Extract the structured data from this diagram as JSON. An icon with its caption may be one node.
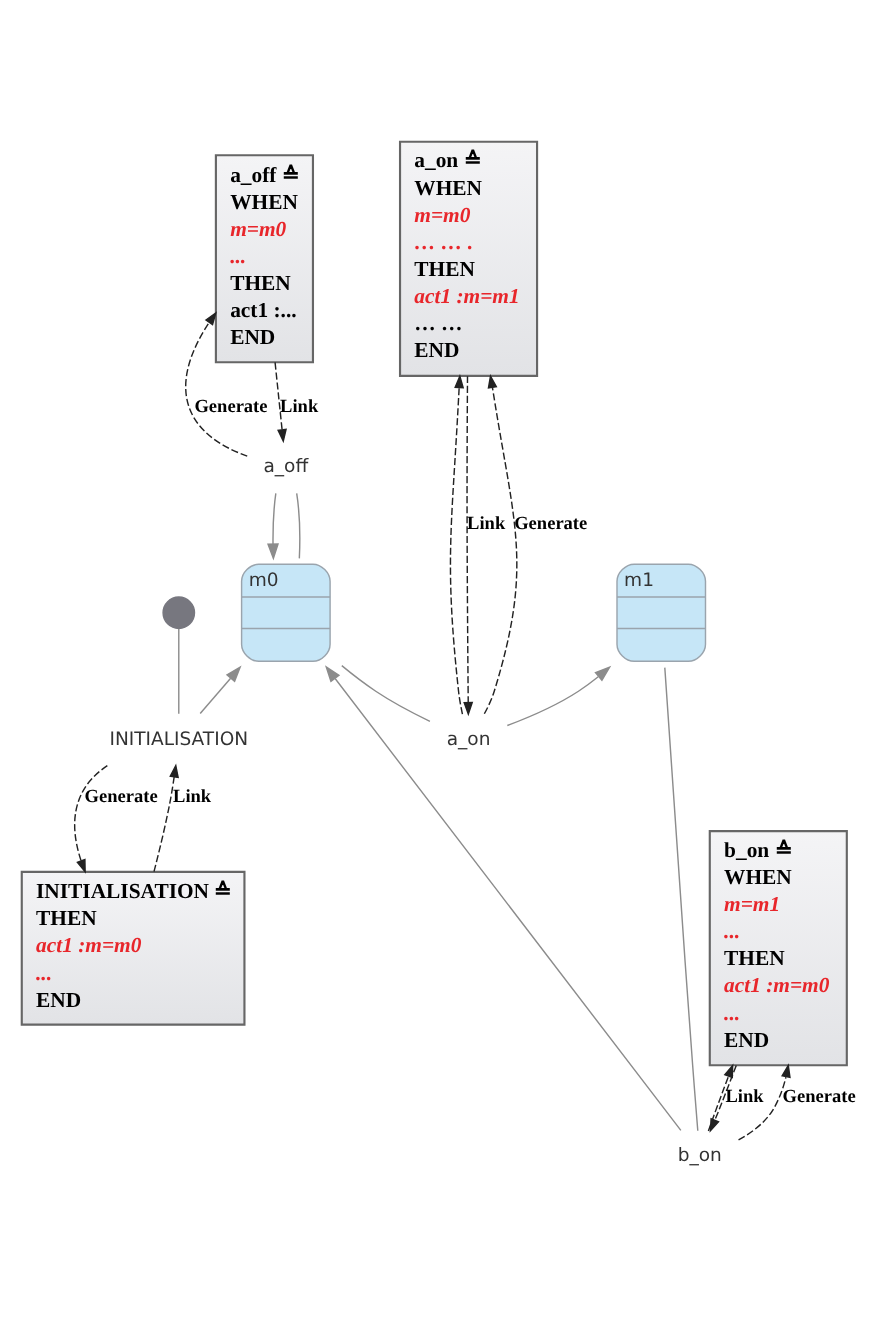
{
  "diagram": {
    "nodes": [
      {
        "text": [
          "a_off ≙",
          "WHEN",
          "m=m0",
          "...",
          "THEN",
          "act1 :...",
          "END"
        ]
      },
      {
        "text": [
          "a_on ≙",
          "WHEN",
          "m=m0",
          "… … .",
          "THEN",
          "act1 :m=m1",
          "… …",
          "END"
        ]
      },
      {
        "text": [
          "a_off"
        ]
      },
      {
        "text": [],
        "shape": "circle"
      },
      {
        "text": [
          "INITIALISATION"
        ]
      },
      {
        "text": [
          "m0"
        ]
      },
      {
        "text": [
          "a_on"
        ]
      },
      {
        "text": [
          "m1"
        ]
      },
      {
        "text": [
          "b_on"
        ]
      },
      {
        "text": [
          "INITIALISATION ≙",
          "THEN",
          "act1 :m=m0",
          "...",
          "END"
        ]
      },
      {
        "text": [
          "b_on ≙",
          "WHEN",
          "m=m1",
          "...",
          "THEN",
          "act1 :m=m0",
          "...",
          "END"
        ]
      }
    ],
    "edges": [
      {
        "from": 3,
        "to": 4,
        "arrow": "none",
        "color": "#8c8c8c"
      },
      {
        "from": 4,
        "to": 5,
        "arrow": "to",
        "color": "#8c8c8c"
      },
      {
        "from": 5,
        "to": 2,
        "arrow": "none",
        "color": "#8c8c8c"
      },
      {
        "from": 2,
        "to": 5,
        "arrow": "to",
        "color": "#8c8c8c"
      },
      {
        "from": 5,
        "to": 6,
        "arrow": "none",
        "color": "#8c8c8c"
      },
      {
        "from": 6,
        "to": 7,
        "arrow": "to",
        "color": "#8c8c8c"
      },
      {
        "from": 7,
        "to": 8,
        "arrow": "none",
        "color": "#8c8c8c"
      },
      {
        "from": 8,
        "to": 5,
        "arrow": "to",
        "color": "#8c8c8c"
      },
      {
        "from": 0,
        "to": 2,
        "arrow": "to",
        "label": "Link",
        "style": "dashed"
      },
      {
        "from": 2,
        "to": 0,
        "arrow": "to",
        "label": "Generate",
        "style": "dashed"
      },
      {
        "from": 1,
        "to": 6,
        "arrow": "to",
        "label": "Link",
        "style": "dashed"
      },
      {
        "from": 6,
        "to": 1,
        "arrow": "to",
        "label": "Generate",
        "style": "dashed"
      },
      {
        "from": 6,
        "to": 1,
        "arrow": "to",
        "style": "dashed"
      },
      {
        "from": 9,
        "to": 4,
        "arrow": "to",
        "label": "Link",
        "style": "dashed"
      },
      {
        "from": 4,
        "to": 9,
        "arrow": "to",
        "label": "Generate",
        "style": "dashed"
      },
      {
        "from": 10,
        "to": 8,
        "arrow": "to",
        "label": "Link",
        "style": "dashed"
      },
      {
        "from": 8,
        "to": 10,
        "arrow": "to",
        "label": "Generate",
        "style": "dashed"
      },
      {
        "from": 8,
        "to": 10,
        "arrow": "to",
        "style": "dashed"
      }
    ]
  }
}
